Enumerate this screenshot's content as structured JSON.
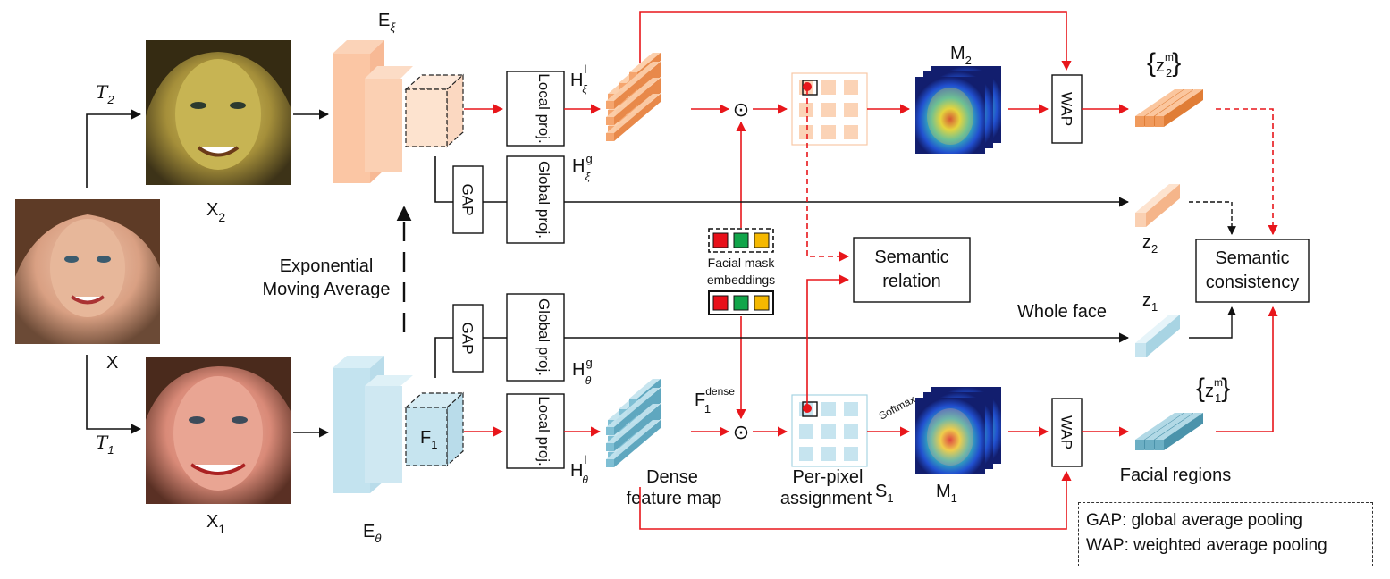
{
  "inputs": {
    "x": "X",
    "x1": "X",
    "x1_sub": "1",
    "x2": "X",
    "x2_sub": "2",
    "t1": "T",
    "t1_sub": "1",
    "t2": "T",
    "t2_sub": "2"
  },
  "encoders": {
    "online": "E",
    "online_sub": "θ",
    "target": "E",
    "target_sub": "ξ",
    "f1": "F",
    "f1_sub": "1",
    "ema_line1": "Exponential",
    "ema_line2": "Moving Average"
  },
  "heads": {
    "gap": "GAP",
    "global_proj": "Global proj.",
    "local_proj": "Local proj.",
    "h_xi_local": "H",
    "h_xi_local_sup": "l",
    "h_xi_global": "H",
    "h_xi_global_sup": "g",
    "h_theta_global": "H",
    "h_theta_global_sup": "g",
    "h_theta_local": "H",
    "h_theta_local_sup": "l",
    "sub_xi": "ξ",
    "sub_theta": "θ"
  },
  "dense": {
    "f_dense": "F",
    "f_dense_sub": "1",
    "f_dense_sup": "dense",
    "label_line1": "Dense",
    "label_line2": "feature map",
    "dot": "⊙"
  },
  "mask": {
    "label_line1": "Facial mask",
    "label_line2": "embeddings",
    "colors": [
      "#e8101a",
      "#11a54a",
      "#f5b800"
    ]
  },
  "assign": {
    "label_line1": "Per-pixel",
    "label_line2": "assignment",
    "s": "S",
    "s_sub": "1",
    "softmax": "Softmax"
  },
  "maps": {
    "m1": "M",
    "m1_sub": "1",
    "m2": "M",
    "m2_sub": "2"
  },
  "pool": {
    "wap": "WAP"
  },
  "outputs": {
    "z1": "z",
    "z1_sub": "1",
    "z2": "z",
    "z2_sub": "2",
    "z1m": "z",
    "z1m_sub": "1",
    "z1m_sup": "m",
    "z2m": "z",
    "z2m_sub": "2",
    "z2m_sup": "m",
    "whole_face": "Whole face",
    "facial_regions": "Facial regions"
  },
  "losses": {
    "relation_line1": "Semantic",
    "relation_line2": "relation",
    "consistency_line1": "Semantic",
    "consistency_line2": "consistency"
  },
  "legend": {
    "gap": "GAP: global average pooling",
    "wap": "WAP: weighted average pooling"
  },
  "colors": {
    "red_arrow": "#e8161b",
    "orange_block": "#f5b58a",
    "orange_light": "#fde3cf",
    "blue_block": "#a8d4e3",
    "blue_light": "#d6ecf4"
  }
}
